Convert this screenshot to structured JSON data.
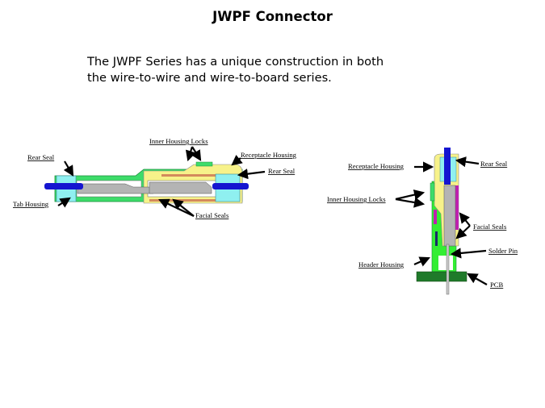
{
  "slide": {
    "title": "JWPF Connector",
    "intro_line1": "The JWPF Series has a unique construction in both",
    "intro_line2": "the wire-to-wire and wire-to-board series."
  },
  "wire_to_wire_diagram": {
    "labels": {
      "rear_seal_left": "Rear Seal",
      "tab_housing": "Tab Housing",
      "inner_housing_locks": "Inner Housing Locks",
      "receptacle_housing": "Receptacle Housing",
      "rear_seal_right": "Rear Seal",
      "facial_seals": "Facial Seals"
    }
  },
  "wire_to_board_diagram": {
    "labels": {
      "receptacle_housing": "Receptacle Housing",
      "rear_seal": "Rear Seal",
      "inner_housing_locks": "Inner Housing Locks",
      "facial_seals": "Facial Seals",
      "solder_pin": "Solder  Pin",
      "header_housing": "Header Housing",
      "pcb": "PCB"
    }
  },
  "colors": {
    "housing_green": "#3ddc6a",
    "receptacle_yellow": "#f7f28a",
    "seal_cyan": "#8ff0f0",
    "wire_blue": "#1515d0",
    "contact_gray": "#b4b4b4",
    "seal_orange": "#d48a5c",
    "seal_magenta": "#c020b0",
    "pcb_green": "#1f7a2a",
    "header_green": "#33ee33"
  }
}
